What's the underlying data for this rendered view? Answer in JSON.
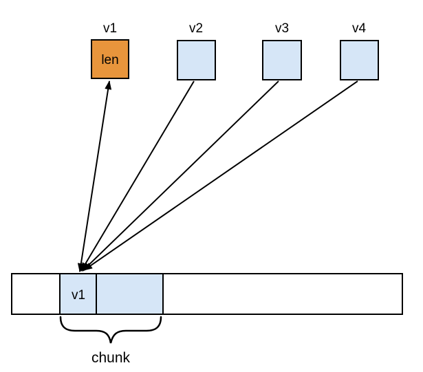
{
  "diagram": {
    "variables": [
      {
        "label": "v1",
        "content": "len"
      },
      {
        "label": "v2",
        "content": ""
      },
      {
        "label": "v3",
        "content": ""
      },
      {
        "label": "v4",
        "content": ""
      }
    ],
    "memory_bar": {
      "cell_label": "v1",
      "brace_label": "chunk"
    },
    "colors": {
      "len_box_fill": "#E8953C",
      "chunk_cell_fill": "#D6E6F7",
      "arrow_stroke": "#000000",
      "background": "#FFFFFF"
    }
  }
}
